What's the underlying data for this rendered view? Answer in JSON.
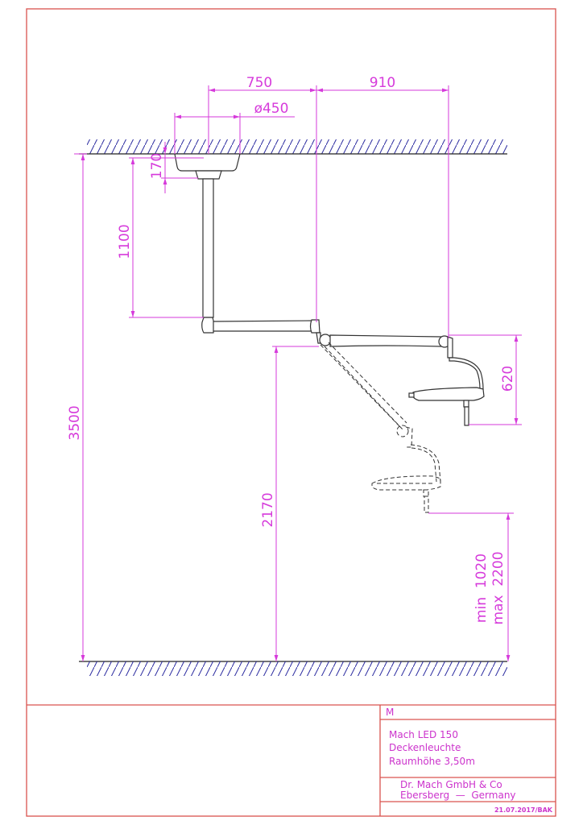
{
  "dimensions": {
    "horizontal": [
      {
        "id": "ceiling-mount-to-joint",
        "label": "750"
      },
      {
        "id": "joint-to-light",
        "label": "910"
      },
      {
        "id": "canopy-diameter",
        "label": "ø450"
      }
    ],
    "vertical": [
      {
        "id": "canopy-height",
        "label": "170"
      },
      {
        "id": "column-length",
        "label": "1100"
      },
      {
        "id": "room-height",
        "label": "3500"
      },
      {
        "id": "arm-height",
        "label": "2170"
      },
      {
        "id": "light-drop",
        "label": "620"
      },
      {
        "id": "light-range-min",
        "label": "min  1020"
      },
      {
        "id": "light-range-max",
        "label": "max  2200"
      }
    ]
  },
  "title_block": {
    "code": "M",
    "product": "Mach LED 150",
    "type": "Deckenleuchte",
    "room_height": "Raumhöhe 3,50m",
    "company": "Dr. Mach GmbH & Co",
    "location": "Ebersberg  —  Germany",
    "date_author": "21.07.2017/BAK"
  },
  "colors": {
    "dimension": "#d63adb",
    "frame": "#d9534f",
    "hatch": "#2a2aa0",
    "outline": "#333333"
  }
}
